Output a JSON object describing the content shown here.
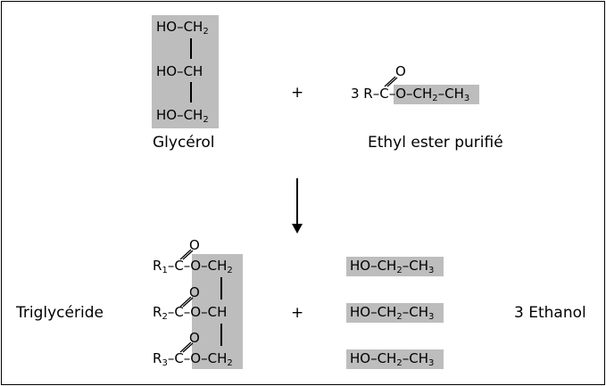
{
  "reactants": {
    "glycerol": {
      "lines": [
        {
          "text": "HO–CH",
          "sub": "2"
        },
        {
          "text": "HO–CH",
          "sub": ""
        },
        {
          "text": "HO–CH",
          "sub": "2"
        }
      ],
      "label": "Glycérol"
    },
    "plus": "+",
    "ester": {
      "carbonyl_o": "O",
      "prefix": "3 R–C–",
      "group": {
        "o": "O–CH",
        "s1": "2",
        "mid": "–CH",
        "s2": "3"
      },
      "label": "Ethyl ester purifié"
    }
  },
  "products": {
    "triglyceride": {
      "label": "Triglycéride",
      "rows": [
        {
          "r": "R",
          "rsub": "1",
          "link": "–C–",
          "o": "O",
          "backbone": "O–CH",
          "bsub": "2"
        },
        {
          "r": "R",
          "rsub": "2",
          "link": "–C–",
          "o": "O",
          "backbone": "O–CH",
          "bsub": ""
        },
        {
          "r": "R",
          "rsub": "3",
          "link": "–C–",
          "o": "O",
          "backbone": "O–CH",
          "bsub": "2"
        }
      ]
    },
    "plus": "+",
    "ethanol": {
      "items": [
        {
          "a": "HO–CH",
          "s1": "2",
          "b": "–CH",
          "s2": "3"
        },
        {
          "a": "HO–CH",
          "s1": "2",
          "b": "–CH",
          "s2": "3"
        },
        {
          "a": "HO–CH",
          "s1": "2",
          "b": "–CH",
          "s2": "3"
        }
      ],
      "label": "3 Ethanol"
    }
  },
  "colors": {
    "highlight": "#bdbdbd",
    "ink": "#000000",
    "border": "#000000"
  }
}
